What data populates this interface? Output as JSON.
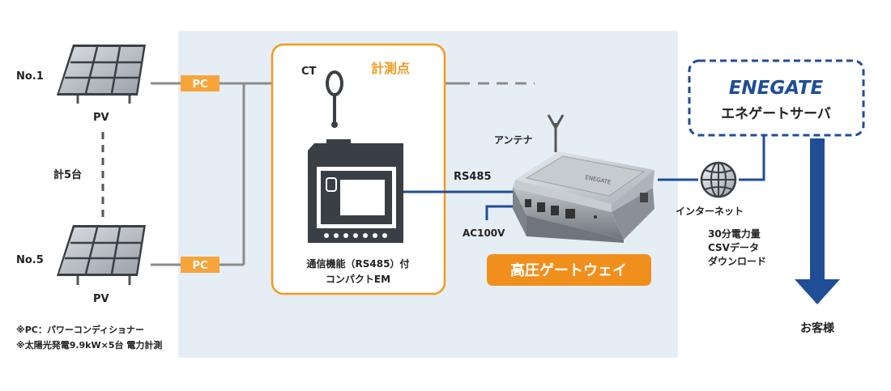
{
  "pv": {
    "no1_label": "No.1",
    "no5_label": "No.5",
    "pv_label": "PV",
    "count_label": "計5台"
  },
  "pc_label": "PC",
  "ct_label": "CT",
  "measure_point_label": "計測点",
  "em_caption": [
    "通信機能（RS485）付",
    "コンパクトEM"
  ],
  "rs485_label": "RS485",
  "antenna_label": "アンテナ",
  "ac_label": "AC100V",
  "device_logo_text": "ENEGATE",
  "gateway_label": "高圧ゲートウェイ",
  "internet_label": "インターネット",
  "server": {
    "logo": "ENEGATE",
    "name": "エネゲートサーバ"
  },
  "data_notes": [
    "30分電力量",
    "CSVデータ",
    "ダウンロード"
  ],
  "customer_label": "お客様",
  "footnotes": [
    "※PC：パワーコンディショナー",
    "※太陽光発電9.9kW×5台 電力計測"
  ],
  "colors": {
    "area_bg": "#e6eef5",
    "pc_orange": "#f7a43a",
    "measure_orange": "#f39a1f",
    "gateway_orange": "#f18f1d",
    "navy": "#1f4e96",
    "panel_gray": "#9aa0a6",
    "line_gray": "#8c8c8c"
  }
}
